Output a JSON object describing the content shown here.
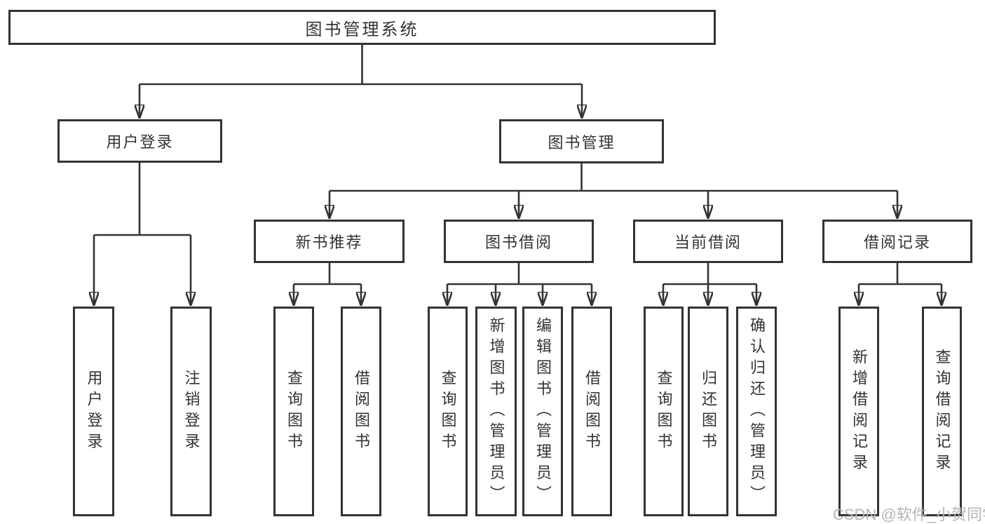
{
  "diagram": {
    "type": "hierarchy-tree",
    "watermark": "CSDN @软件_小贺同学",
    "colors": {
      "line": "#333333",
      "text": "#333333",
      "background": "#ffffff",
      "watermark": "#b5b5b5"
    },
    "root": {
      "label": "图书管理系统",
      "children": [
        {
          "label": "用户登录",
          "children": [
            {
              "label": "用户登录"
            },
            {
              "label": "注销登录"
            }
          ]
        },
        {
          "label": "图书管理",
          "children": [
            {
              "label": "新书推荐",
              "children": [
                {
                  "label": "查询图书"
                },
                {
                  "label": "借阅图书"
                }
              ]
            },
            {
              "label": "图书借阅",
              "children": [
                {
                  "label": "查询图书"
                },
                {
                  "label": "新增图书（管理员）"
                },
                {
                  "label": "编辑图书（管理员）"
                },
                {
                  "label": "借阅图书"
                }
              ]
            },
            {
              "label": "当前借阅",
              "children": [
                {
                  "label": "查询图书"
                },
                {
                  "label": "归还图书"
                },
                {
                  "label": "确认归还（管理员）"
                }
              ]
            },
            {
              "label": "借阅记录",
              "children": [
                {
                  "label": "新增借阅记录"
                },
                {
                  "label": "查询借阅记录"
                }
              ]
            }
          ]
        }
      ]
    }
  }
}
